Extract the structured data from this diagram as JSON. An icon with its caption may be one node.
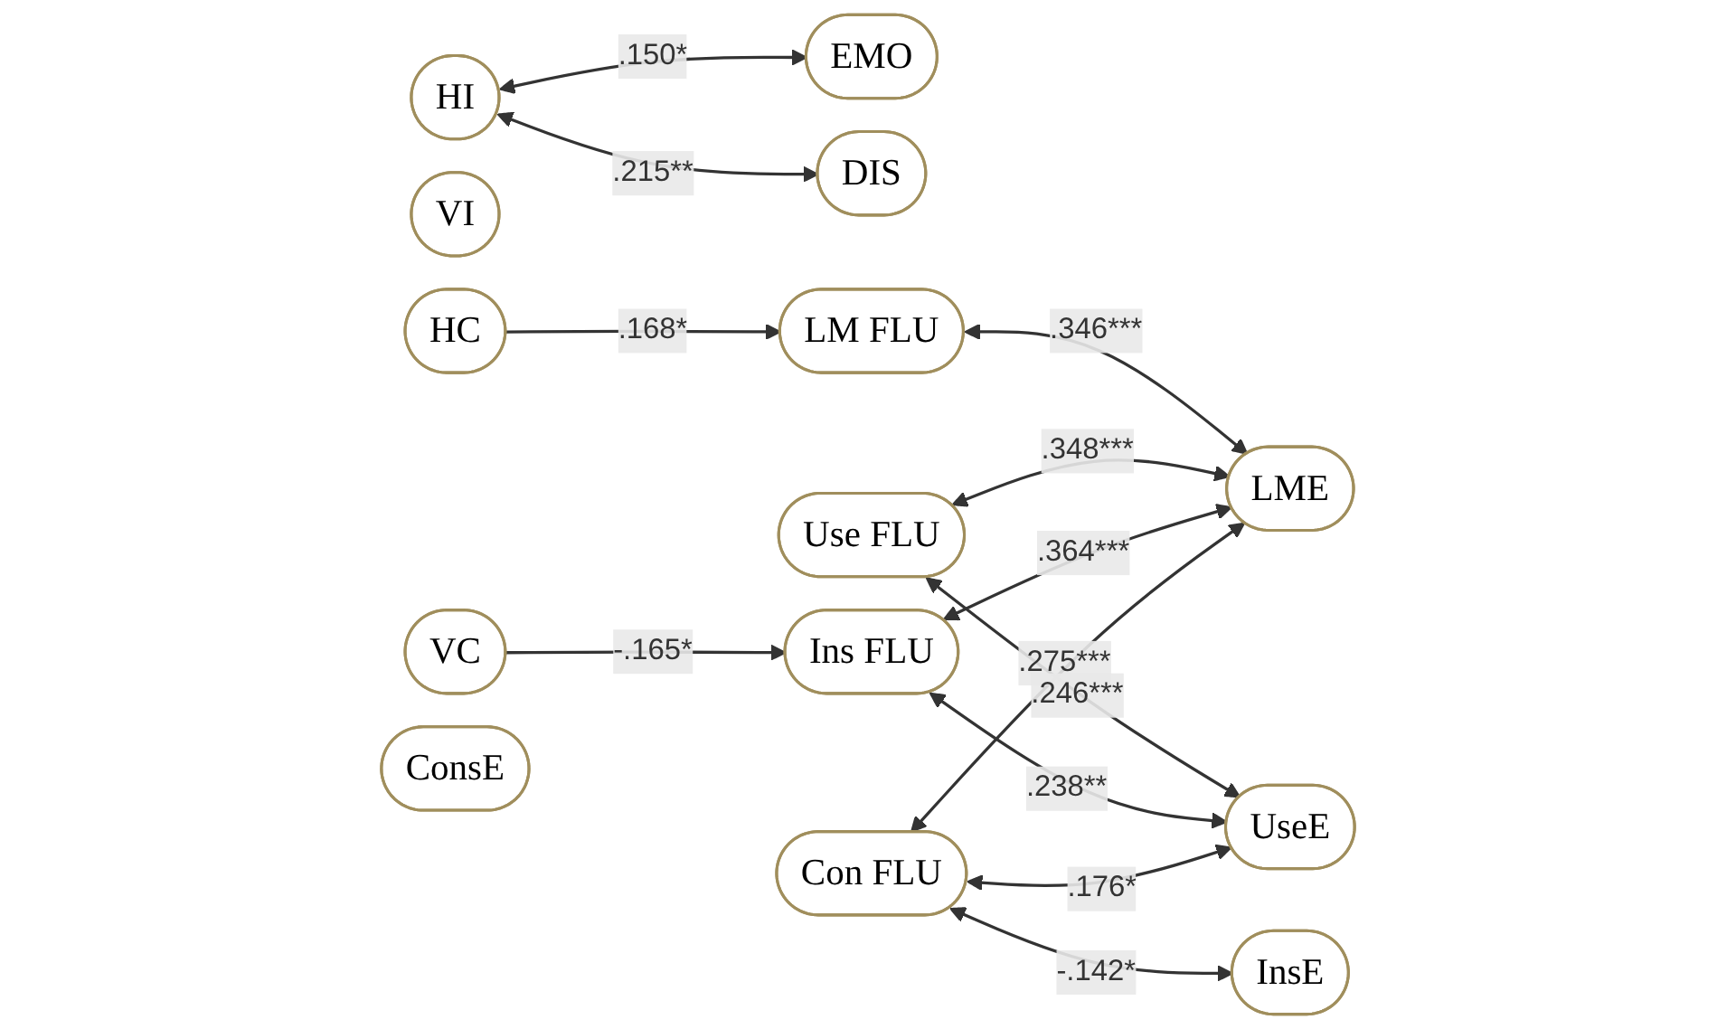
{
  "diagram": {
    "nodes": [
      {
        "text": [
          "HI"
        ]
      },
      {
        "text": [
          "VI"
        ]
      },
      {
        "text": [
          "HC"
        ]
      },
      {
        "text": [
          "VC"
        ]
      },
      {
        "text": [
          "EMO"
        ]
      },
      {
        "text": [
          "DIS"
        ]
      },
      {
        "text": [
          "LM FLU"
        ]
      },
      {
        "text": [
          "Use FLU"
        ]
      },
      {
        "text": [
          "Ins FLU"
        ]
      },
      {
        "text": [
          "Con FLU"
        ]
      },
      {
        "text": [
          "LME"
        ]
      },
      {
        "text": [
          "UseE"
        ]
      },
      {
        "text": [
          "InsE"
        ]
      },
      {
        "text": [
          "ConsE"
        ]
      }
    ],
    "edges": [
      {
        "from": 0,
        "to": 5,
        "arrow": "both",
        "label": ".215**"
      },
      {
        "from": 0,
        "to": 4,
        "arrow": "both",
        "label": ".150*"
      },
      {
        "from": 2,
        "to": 6,
        "arrow": "to",
        "label": ".168*"
      },
      {
        "from": 3,
        "to": 8,
        "arrow": "to",
        "label": "-.165*"
      },
      {
        "from": 6,
        "to": 10,
        "arrow": "both",
        "label": ".346***"
      },
      {
        "from": 7,
        "to": 10,
        "arrow": "both",
        "label": ".348***"
      },
      {
        "from": 8,
        "to": 10,
        "arrow": "both",
        "label": ".364***"
      },
      {
        "from": 9,
        "to": 10,
        "arrow": "both",
        "label": ".275***"
      },
      {
        "from": 7,
        "to": 11,
        "arrow": "both",
        "label": ".246***"
      },
      {
        "from": 8,
        "to": 11,
        "arrow": "both",
        "label": ".238**"
      },
      {
        "from": 9,
        "to": 11,
        "arrow": "both",
        "label": ".176*"
      },
      {
        "from": 9,
        "to": 12,
        "arrow": "both",
        "label": "-.142*"
      }
    ]
  }
}
